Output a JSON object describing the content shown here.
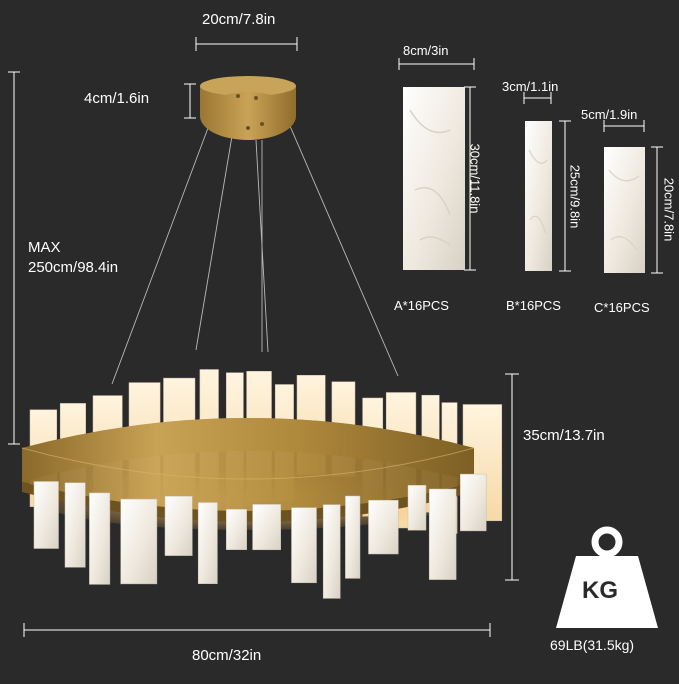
{
  "product": {
    "canopy_diameter": "20cm/7.8in",
    "canopy_height": "4cm/1.6in",
    "max_hanging_line1": "MAX",
    "max_hanging_line2": "250cm/98.4in",
    "ring_height": "35cm/13.7in",
    "ring_diameter": "80cm/32in",
    "weight_icon_label": "KG",
    "weight": "69LB(31.5kg)"
  },
  "pieces": [
    {
      "width": "8cm/3in",
      "height": "30cm/11.8in",
      "count": "A*16PCS"
    },
    {
      "width": "3cm/1.1in",
      "height": "25cm/9.8in",
      "count": "B*16PCS"
    },
    {
      "width": "5cm/1.9in",
      "height": "20cm/7.8in",
      "count": "C*16PCS"
    }
  ],
  "colors": {
    "background": "#2a2a2a",
    "brass": "#b8903f",
    "alabaster": "#f1ede6",
    "glow": "#ffdca0",
    "dimension_line": "#ffffff"
  }
}
